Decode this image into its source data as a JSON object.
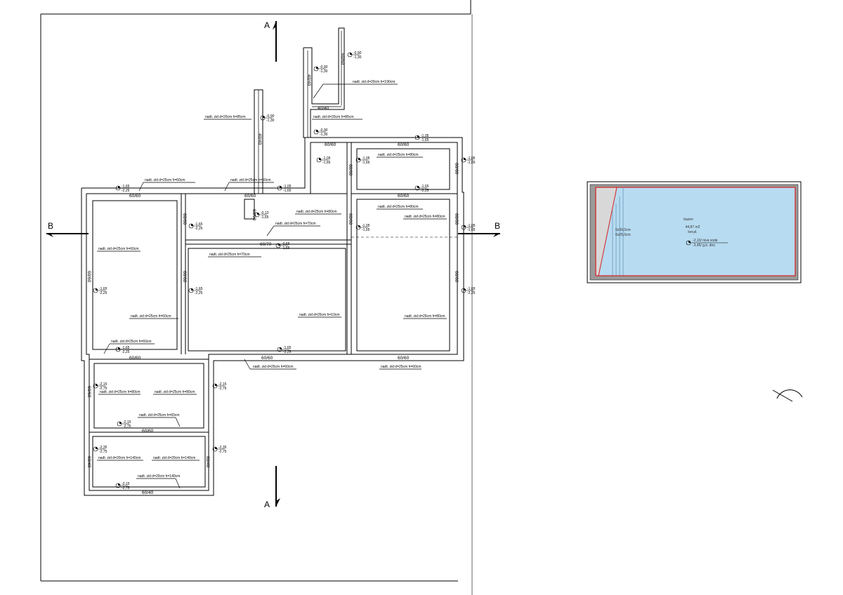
{
  "section_marks": {
    "a_top": "A",
    "a_bottom": "A",
    "b_left": "B",
    "b_right": "B"
  },
  "beams": {
    "b1": "60/60",
    "b2": "60/60",
    "b3": "60/60",
    "b4": "60/60",
    "b5": "60/60",
    "b6": "60/60",
    "b7": "60/60",
    "b8": "60/60",
    "b9": "60/60",
    "b10": "60/70",
    "b11": "60/60",
    "b12": "60/40",
    "b13": "40/40",
    "b14": "40/40",
    "b15": "40/40",
    "b16": "60/90",
    "v1": "60/60",
    "v2": "60/60",
    "v3": "60/60",
    "v4": "60/60",
    "v5": "60/60",
    "v6": "60/60",
    "v7": "60/60",
    "v8": "60/60",
    "v9": "60/60",
    "v10": "60/40",
    "v11": "60/40"
  },
  "notes": {
    "n1": "nadt. zid d=20cm h=190cm",
    "n2": "nadt. zid d=20cm h=85cm",
    "n3": "nadt. zid d=20cm h=85cm",
    "n4": "nadt. zid d=25cm h=60cm",
    "n5": "nadt. zid d=25cm h=60cm",
    "n6": "nadt. zid d=25cm h=80cm",
    "n7": "nadt. zid d=25cm h=80cm",
    "n8": "nadt. zid d=25cm h=80cm",
    "n9": "nadt. zid d=25cm h=70cm",
    "n10": "nadt. zid d=25cm h=60cm",
    "n11": "nadt. zid d=25cm h=70cm",
    "n12": "nadt. zid d=25cm h=80cm",
    "n13": "nadt. zid d=25cm h=60cm",
    "n14": "nadt. zid d=25cm h=60cm",
    "n15": "nadt. zid d=25cm h=10cm",
    "n16": "nadt. zid d=25cm h=80cm",
    "n17": "nadt. zid d=25cm h=60cm",
    "n18": "nadt. zid d=25cm h=60cm",
    "n19": "nadt. zid d=25cm h=80cm",
    "n20": "nadt. zid d=25cm h=80cm",
    "n21": "nadt. zid d=25cm h=60cm",
    "n22": "nadt. zid d=20cm h=140cm",
    "n23": "nadt. zid d=20cm h=140cm",
    "n24": "nadt. zid d=20cm h=140cm"
  },
  "levels": {
    "l1a": "-0,90",
    "l1b": "-1,30",
    "l2a": "-0,90",
    "l2b": "-1,30",
    "l3a": "-0,90",
    "l3b": "-1,30",
    "l4a": "-0,90",
    "l4b": "-1,30",
    "l5a": "-1,05",
    "l5b": "-1,65",
    "l6a": "-1,05",
    "l6b": "-1,65",
    "l7a": "-1,05",
    "l7b": "-1,65",
    "l8a": "-1,05",
    "l8b": "-1,65",
    "l9a": "-1,65",
    "l9b": "-2,25",
    "l10a": "-1,05",
    "l10b": "-1,65",
    "l11a": "-0,13",
    "l11b": "-1,65",
    "l12a": "-1,65",
    "l12b": "-2,25",
    "l13a": "-0,65",
    "l13b": "-1,65",
    "l14a": "-1,05",
    "l14b": "-1,65",
    "l15a": "-1,05",
    "l15b": "-1,65",
    "l16a": "-1,65",
    "l16b": "-2,25",
    "l17a": "-1,65",
    "l17b": "-2,25",
    "l18a": "-1,65",
    "l18b": "-2,25",
    "l19a": "-1,65",
    "l19b": "-2,25",
    "l20a": "-1,65",
    "l20b": "-2,25",
    "l21a": "-1,65",
    "l21b": "-2,25",
    "l22a": "-2,15",
    "l22b": "-2,75",
    "l23a": "-2,15",
    "l23b": "-2,75",
    "l24a": "-2,15",
    "l24b": "-2,75",
    "l25a": "-2,35",
    "l25b": "-2,75",
    "l26a": "-2,35",
    "l26b": "-2,75",
    "l27a": "-2,15",
    "l27b": "-2,75"
  },
  "pool": {
    "title": "bazen",
    "area": "44,87 m2",
    "finish": "ker.pl.",
    "dim1": "5x30,0cm",
    "dim2": "6x25,0cm",
    "water": "-2,10/ niva vode",
    "bottom": "-3,45/ g.k. dno",
    "fill_color": "#b7dbf0",
    "edge_color": "#d62020"
  }
}
